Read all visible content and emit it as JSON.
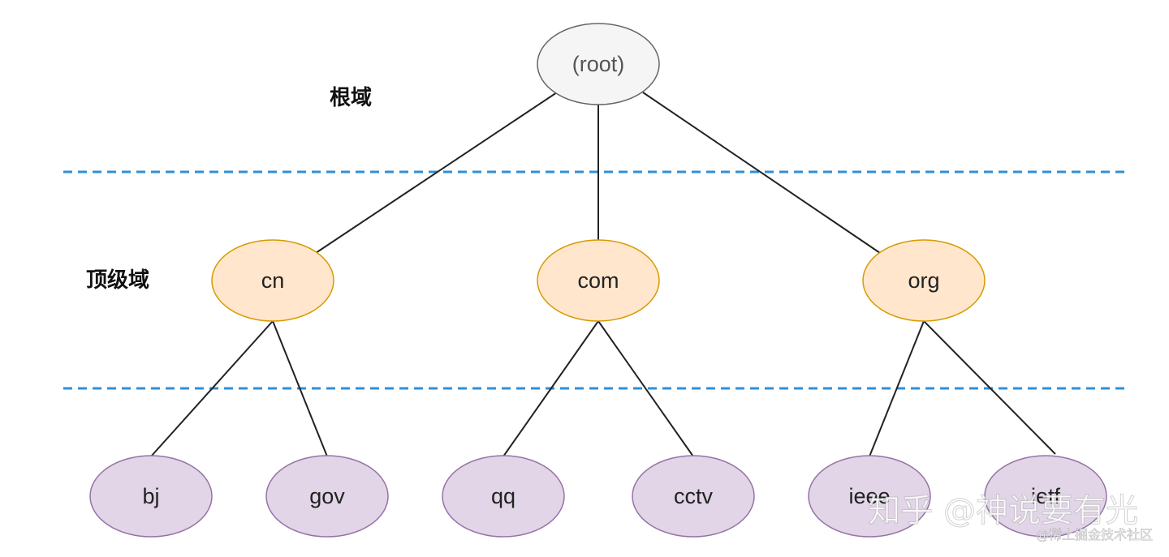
{
  "layers": {
    "root_label": "根域",
    "tld_label": "顶级域"
  },
  "nodes": {
    "root": "(root)",
    "cn": "cn",
    "com": "com",
    "org": "org",
    "bj": "bj",
    "gov": "gov",
    "qq": "qq",
    "cctv": "cctv",
    "ieee": "ieee",
    "ietf": "ietf"
  },
  "colors": {
    "root_fill": "#f5f5f5",
    "root_stroke": "#666666",
    "tld_fill": "#ffe6cc",
    "tld_stroke": "#d79b00",
    "second_fill": "#e1d5e7",
    "second_stroke": "#9673a6",
    "divider": "#2f8fd8",
    "edge": "#222222"
  },
  "watermark": {
    "main": "知乎 @神说要有光",
    "sub": "@稀土掘金技术社区"
  }
}
